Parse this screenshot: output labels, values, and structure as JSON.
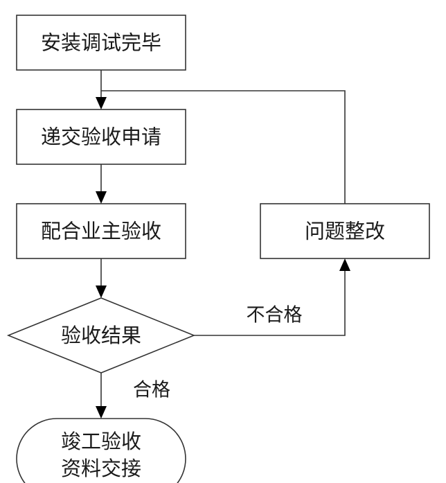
{
  "flowchart": {
    "nodes": {
      "install_done": "安装调试完毕",
      "submit_request": "递交验收申请",
      "owner_accept": "配合业主验收",
      "result": "验收结果",
      "rectify": "问题整改",
      "handover_line1": "竣工验收",
      "handover_line2": "资料交接"
    },
    "edges": {
      "fail_label": "不合格",
      "pass_label": "合格"
    }
  }
}
